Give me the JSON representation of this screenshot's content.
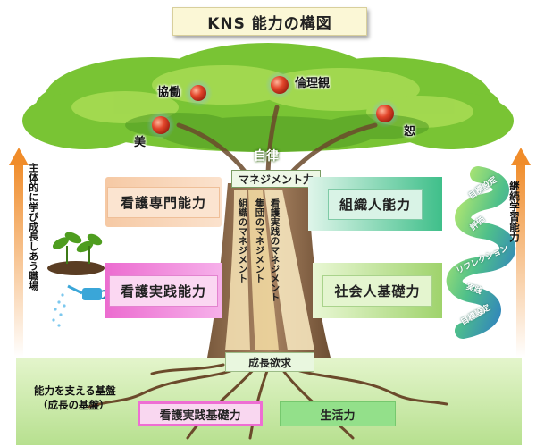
{
  "title": "KNS 能力の構図",
  "values": {
    "kyodo": "協働",
    "rinrikan": "倫理観",
    "bi": "美",
    "jo": "恕",
    "jiritsu": "自律"
  },
  "management": "マネジメント力",
  "competencies": {
    "kango_senmon": "看護専門能力",
    "soshikijin": "組織人能力",
    "kango_jissen": "看護実践能力",
    "shakaijin": "社会人基礎力"
  },
  "trunk_labels": {
    "soshiki_management": "組織のマネジメント",
    "shudan_management": "集団のマネジメント",
    "kango_jissen_management": "看護実践のマネジメント"
  },
  "growth_desire": "成長欲求",
  "left_side_text": "主体的に学び成長しあう職場",
  "right_side_text": "継続学習能力",
  "cycle_labels": [
    "目標設定",
    "実践",
    "リフレクション",
    "評価",
    "目標設定"
  ],
  "foundation": {
    "label_line1": "能力を支える基盤",
    "label_line2": "（成長の基盤）",
    "item1": "看護実践基礎力",
    "item2": "生活力"
  },
  "colors": {
    "foliage": "#6fbf2e",
    "trunk": "#8b6a4a",
    "ground": "#c9eaa8",
    "arrow_orange": "#f08c2a"
  }
}
